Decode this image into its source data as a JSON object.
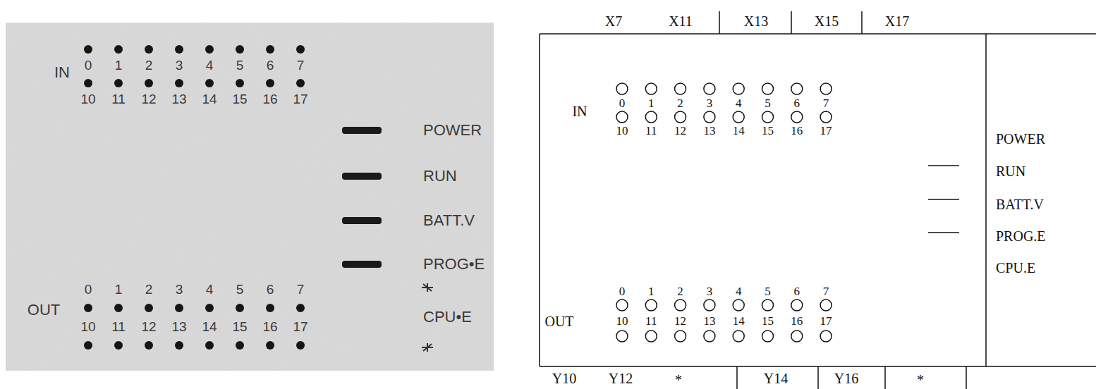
{
  "diagram": {
    "labels": [
      "IN",
      "0",
      "1",
      "2",
      "3",
      "4",
      "5",
      "6",
      "7",
      "10",
      "11",
      "12",
      "13",
      "14",
      "15",
      "16",
      "17",
      "POWER",
      "RUN",
      "BATT.V",
      "PROG•E",
      "OUT",
      "0",
      "1",
      "2",
      "3",
      "4",
      "5",
      "6",
      "7",
      "10",
      "11",
      "12",
      "13",
      "14",
      "15",
      "16",
      "17",
      "CPU•E",
      "X7",
      "X11",
      "X13",
      "X15",
      "X17",
      "IN",
      "0",
      "1",
      "2",
      "3",
      "4",
      "5",
      "6",
      "7",
      "10",
      "11",
      "12",
      "13",
      "14",
      "15",
      "16",
      "17",
      "POWER",
      "RUN",
      "BATT.V",
      "PROG.E",
      "CPU.E",
      "0",
      "1",
      "2",
      "3",
      "4",
      "5",
      "6",
      "7",
      "OUT",
      "10",
      "11",
      "12",
      "13",
      "14",
      "15",
      "16",
      "17",
      "Y10",
      "Y12",
      "*",
      "Y14",
      "Y16",
      "*"
    ]
  }
}
